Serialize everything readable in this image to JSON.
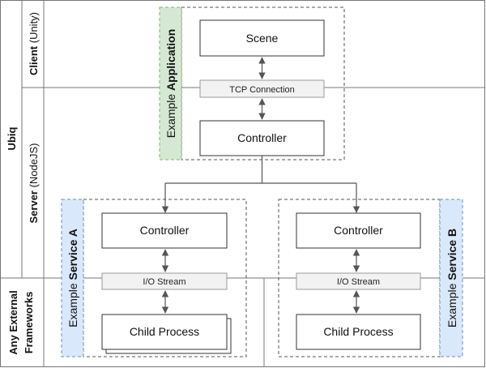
{
  "lanes": {
    "outer": {
      "label": "Ubiq"
    },
    "client": {
      "label_bold": "Client",
      "label_rest": " (Unity)"
    },
    "server": {
      "label_bold": "Server",
      "label_rest": " (NodeJS)"
    },
    "external": {
      "line1": "Any External",
      "line2": "Frameworks"
    }
  },
  "application": {
    "tag_prefix": "Example ",
    "tag_bold": "Application",
    "tag_color": "#d5e8d4",
    "scene": "Scene",
    "connection": "TCP Connection",
    "controller": "Controller"
  },
  "service_a": {
    "tag_prefix": "Example ",
    "tag_bold": "Service A",
    "tag_color": "#dae8fc",
    "controller": "Controller",
    "stream": "I/O Stream",
    "child": "Child Process"
  },
  "service_b": {
    "tag_prefix": "Example ",
    "tag_bold": "Service B",
    "tag_color": "#dae8fc",
    "controller": "Controller",
    "stream": "I/O Stream",
    "child": "Child Process"
  }
}
